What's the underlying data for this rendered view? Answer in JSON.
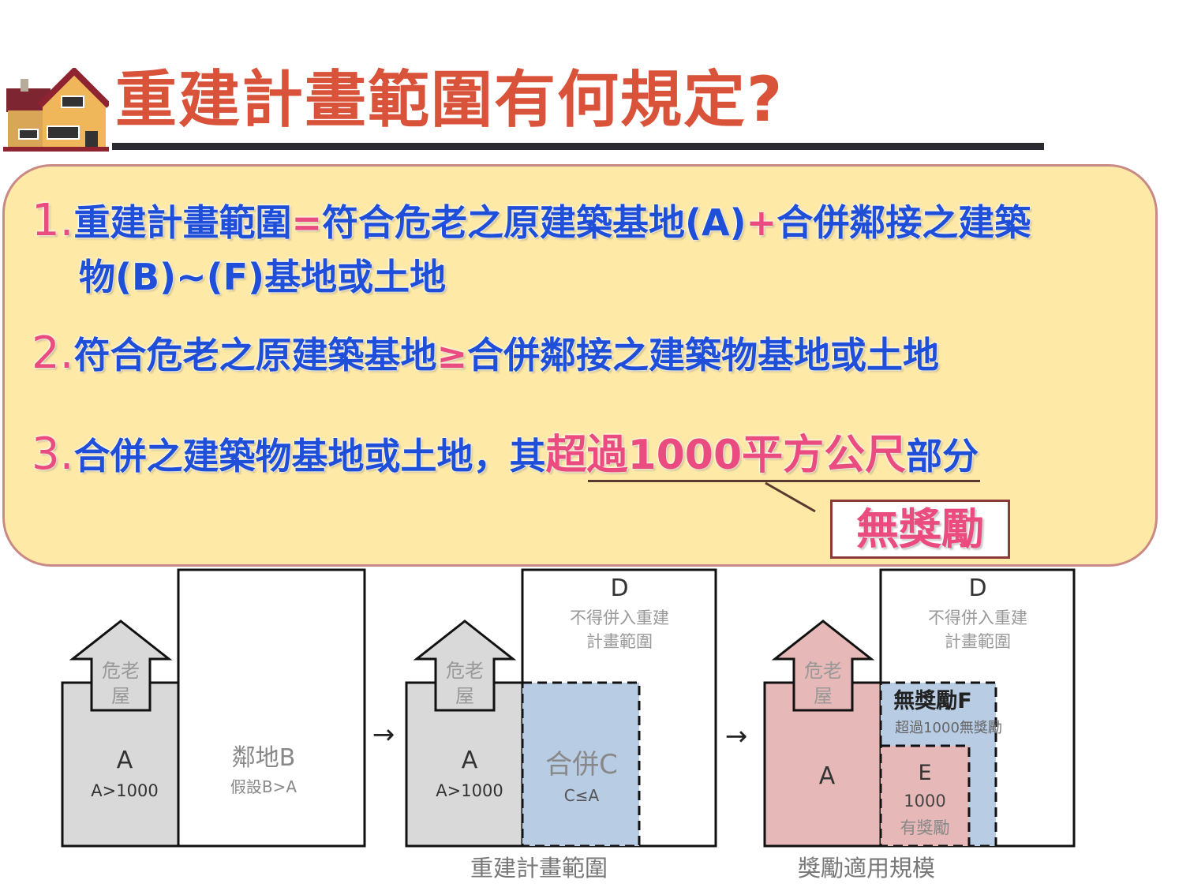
{
  "title": "重建計畫範圍有何規定?",
  "items": [
    {
      "num": "1.",
      "line1_a": "重建計畫範圍",
      "line1_op": "=",
      "line1_b": "符合危老之原建築基地(A)",
      "line1_plus": "+",
      "line1_c": "合併鄰接之建築",
      "line2": "物(B)~(F)基地或土地"
    },
    {
      "num": "2.",
      "a": "符合危老之原建築基地",
      "op": "≥",
      "b": "合併鄰接之建築物基地或土地"
    },
    {
      "num": "3.",
      "a": "合併之建築物基地或土地，其",
      "highlight": "超過1000平方公尺",
      "b": "部分"
    }
  ],
  "callout": "無獎勵",
  "diagram": {
    "old_house": "危老",
    "old_house2": "屋",
    "a_label": "A",
    "a_cond": "A>1000",
    "b_label": "鄰地B",
    "b_cond": "假設B>A",
    "d_label": "D",
    "d_note1": "不得併入重建",
    "d_note2": "計畫範圍",
    "c_label": "合併C",
    "c_cond": "C≤A",
    "f_label": "無獎勵F",
    "f_note": "超過1000無獎勵",
    "e_label": "E",
    "e_value": "1000",
    "e_note": "有獎勵",
    "caption_scope": "重建計畫範圍",
    "caption_reward": "獎勵適用規模",
    "arrow": "→"
  },
  "colors": {
    "title": "#d9533b",
    "text": "#1f4fd8",
    "accent": "#ea4c7f",
    "panel": "#fee9a6",
    "gray": "#d9d9d9",
    "blue": "#b8cce4",
    "pink": "#e6b8b7"
  }
}
